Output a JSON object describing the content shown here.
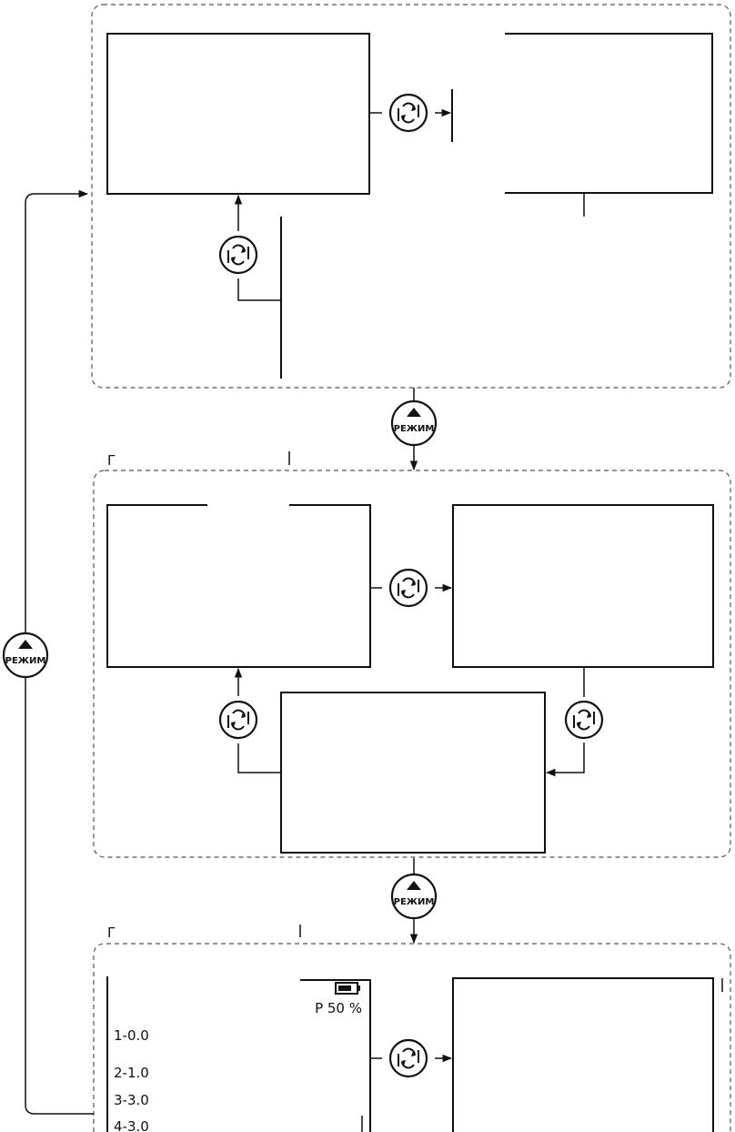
{
  "mode_button": {
    "label": "РЕЖИМ"
  },
  "section_titles": [
    "Г",
    "Г",
    "Г"
  ],
  "lcd_list": {
    "percent": "Р 50 %",
    "rows": [
      "1-0.0",
      "2-1.0",
      "3-3.0",
      "4-3.0"
    ]
  },
  "icons": {
    "cycle": "cycle-arrows-icon",
    "mode": "triangle-up-icon",
    "battery": "battery-icon"
  },
  "colors": {
    "line": "#111111",
    "panel_border": "#555555"
  }
}
